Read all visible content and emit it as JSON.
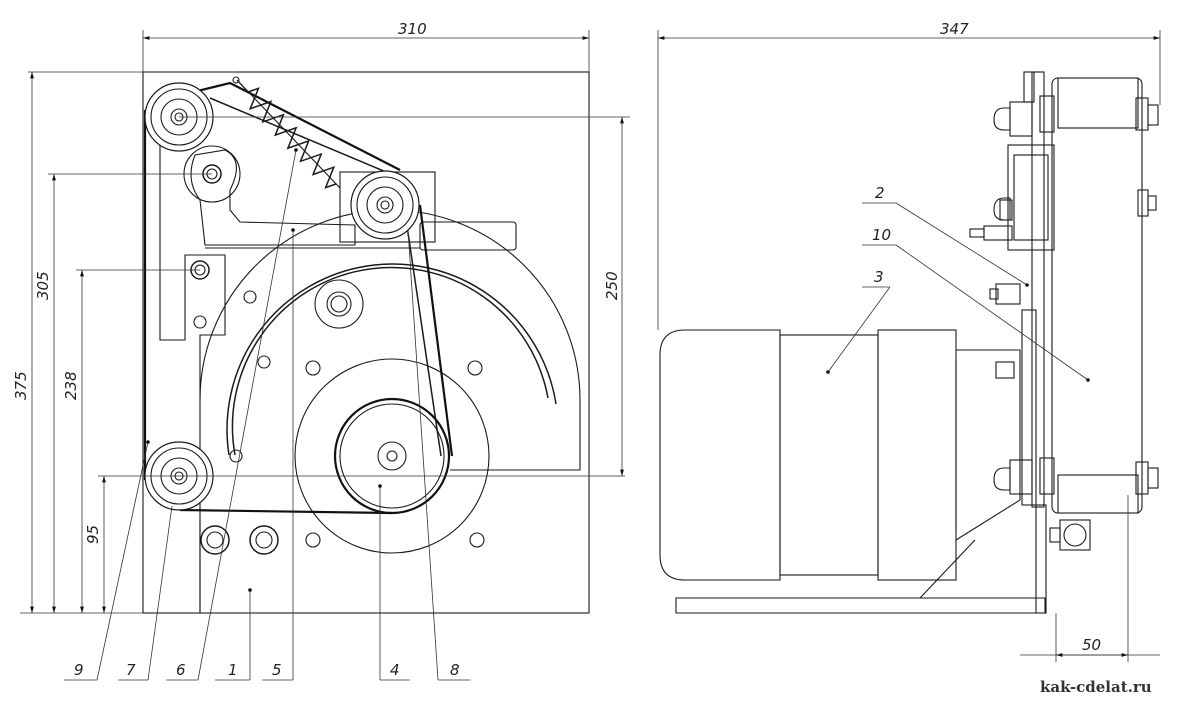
{
  "dimensions": {
    "front_width": "310",
    "side_width": "347",
    "height_total": "375",
    "height_305": "305",
    "height_238": "238",
    "height_95": "95",
    "span_250": "250",
    "bottom_50": "50"
  },
  "callouts": {
    "c9": "9",
    "c7": "7",
    "c6": "6",
    "c1": "1",
    "c5": "5",
    "c4": "4",
    "c8": "8",
    "c2": "2",
    "c10": "10",
    "c3": "3"
  },
  "watermark": "kak-cdelat.ru"
}
